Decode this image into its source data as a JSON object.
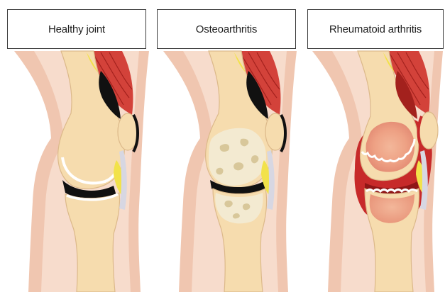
{
  "panels": [
    {
      "label": "Healthy joint",
      "condition": "healthy"
    },
    {
      "label": "Osteoarthritis",
      "condition": "osteoarthritis"
    },
    {
      "label": "Rheumatoid arthritis",
      "condition": "rheumatoid"
    }
  ],
  "colors": {
    "skin_outer": "#f0c6b0",
    "skin_inner": "#f7dccc",
    "bone": "#f6dcae",
    "bone_edge": "#dcb98a",
    "muscle": "#d3423a",
    "muscle_dark": "#a3211d",
    "fat": "#f2e24a",
    "cavity": "#111111",
    "cartilage": "#ffffff",
    "oa_bone": "#f3ead1",
    "oa_spot": "#d8c79a",
    "ra_inflamed": "#c72a2a",
    "ra_core": "#f1a889"
  }
}
